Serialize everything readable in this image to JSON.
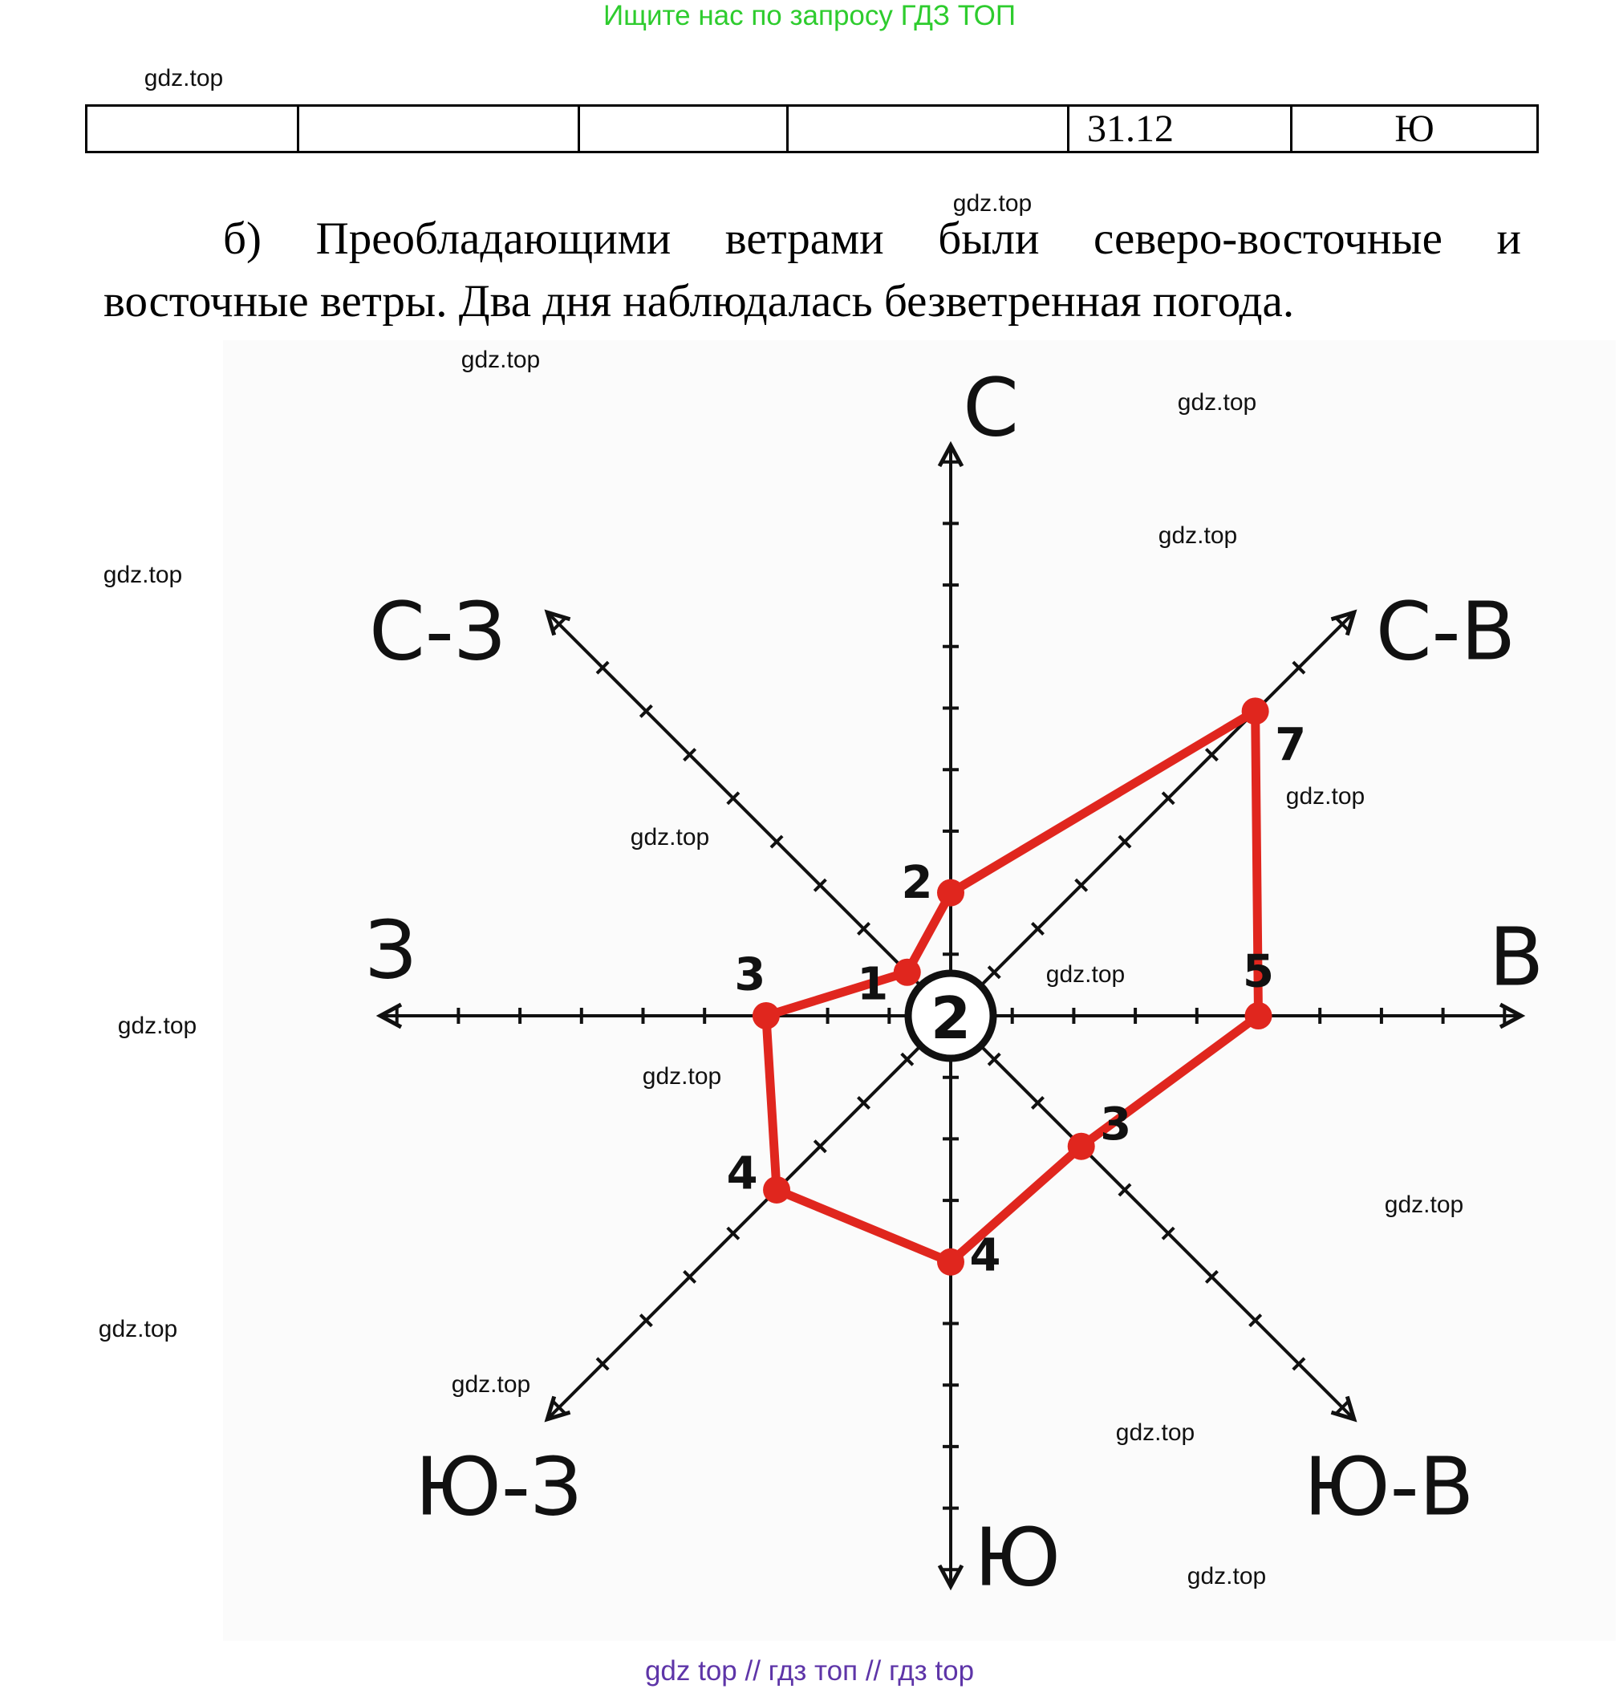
{
  "header": {
    "search_hint": "Ищите нас по запросу ГДЗ ТОП"
  },
  "watermark": "gdz.top",
  "table": {
    "cells": [
      "",
      "",
      "",
      "",
      "31.12",
      "Ю"
    ]
  },
  "paragraph": {
    "line1": "б) Преобладающими ветрами были северо-восточные и",
    "line2": "восточные ветры. Два дня наблюдалась безветренная погода."
  },
  "chart_data": {
    "type": "radar",
    "title": "",
    "categories": [
      "С",
      "С-В",
      "В",
      "Ю-В",
      "Ю",
      "Ю-З",
      "З",
      "С-З"
    ],
    "values": [
      2,
      7,
      5,
      3,
      4,
      4,
      3,
      1
    ],
    "calm": 2,
    "axis_max_ticks": 9,
    "line_color": "#e0261e",
    "axis_color": "#111111"
  },
  "footer": {
    "text": "gdz top  //  гдз топ  //  гдз top"
  }
}
